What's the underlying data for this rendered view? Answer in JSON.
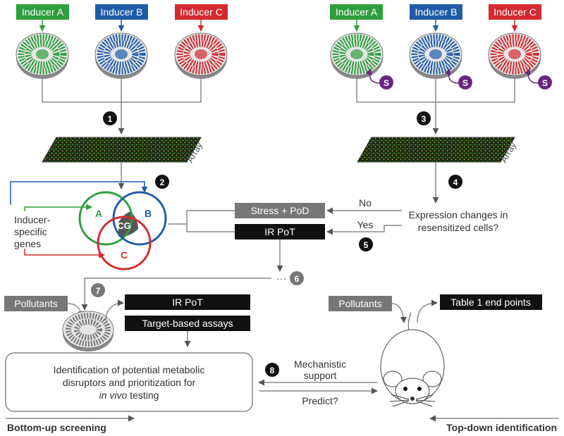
{
  "inducers": {
    "a": {
      "label": "Inducer A",
      "color": "#2e9e3e"
    },
    "b": {
      "label": "Inducer B",
      "color": "#1f5ca8"
    },
    "c": {
      "label": "Inducer C",
      "color": "#d42a2f"
    }
  },
  "sensitizer_label": "S",
  "sensitizer_color": "#6b2582",
  "array_label": "Array",
  "steps": {
    "s1": "1",
    "s2": "2",
    "s3": "3",
    "s4": "4",
    "s5": "5",
    "s6": "6",
    "s7": "7",
    "s8": "8"
  },
  "venn": {
    "a": "A",
    "b": "B",
    "c": "C",
    "core": "CG"
  },
  "inducer_specific_genes": [
    "Inducer-",
    "specific",
    "genes"
  ],
  "stress_pod": "Stress + PoD",
  "ir_pot": "IR PoT",
  "no": "No",
  "yes": "Yes",
  "question": [
    "Expression changes in",
    "resensitized cells?"
  ],
  "ellipsis": "···",
  "pollutants_left": "Pollutants",
  "pollutants_right": "Pollutants",
  "ir_pot_2": "IR PoT",
  "target_assays": "Target-based assays",
  "table_end_points": "Table 1 end points",
  "identification": [
    "Identification of potential metabolic",
    "disruptors and prioritization for"
  ],
  "in_vivo_italic": "in vivo",
  "in_vivo_rest": " testing",
  "mechanistic": [
    "Mechanistic",
    "support"
  ],
  "predict": "Predict?",
  "bottom_up": "Bottom-up screening",
  "top_down": "Top-down identification"
}
